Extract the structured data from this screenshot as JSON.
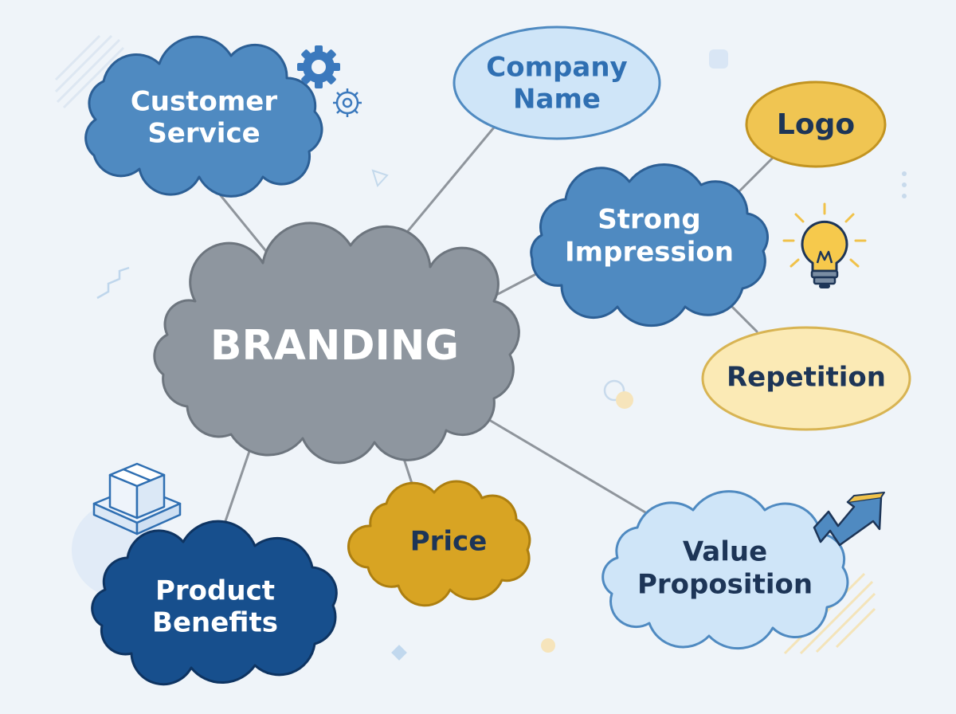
{
  "central": {
    "label": "BRANDING"
  },
  "nodes": [
    {
      "id": "customer-service",
      "lines": [
        "Customer",
        "Service"
      ]
    },
    {
      "id": "company-name",
      "lines": [
        "Company",
        "Name"
      ]
    },
    {
      "id": "logo",
      "lines": [
        "Logo"
      ]
    },
    {
      "id": "strong-impression",
      "lines": [
        "Strong",
        "Impression"
      ]
    },
    {
      "id": "repetition",
      "lines": [
        "Repetition"
      ]
    },
    {
      "id": "price",
      "lines": [
        "Price"
      ]
    },
    {
      "id": "product-benefits",
      "lines": [
        "Product",
        "Benefits"
      ]
    },
    {
      "id": "value-proposition",
      "lines": [
        "Value",
        "Proposition"
      ]
    }
  ],
  "colors": {
    "background": "#eff4f9",
    "central_fill": "#8e969f",
    "mid_blue": "#4f8ac1",
    "dark_blue": "#174f8d",
    "light_blue": "#cfe5f8",
    "gold": "#d8a423",
    "light_gold": "#fbeab5",
    "connector": "#8f959c"
  },
  "icons": [
    "gear-icon",
    "lightbulb-icon",
    "box-icon",
    "arrow-chart-icon"
  ]
}
